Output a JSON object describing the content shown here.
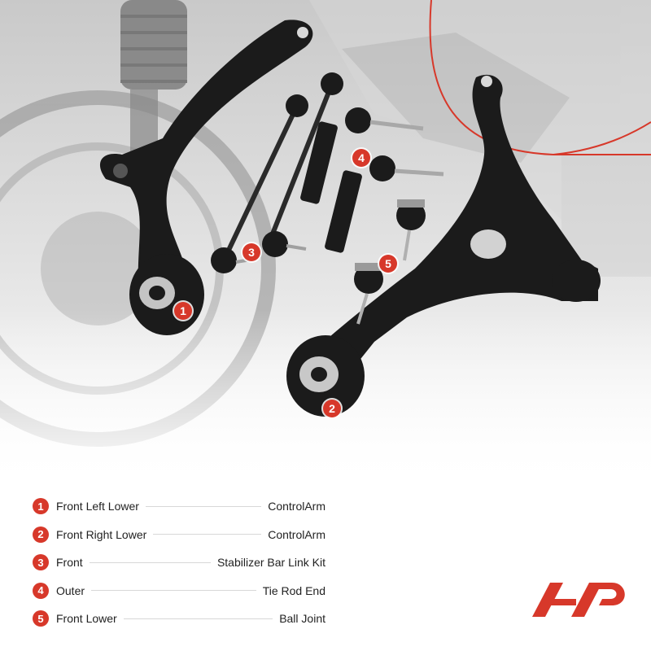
{
  "callouts": [
    "1",
    "2",
    "3",
    "4",
    "5"
  ],
  "legend": [
    {
      "number": "1",
      "left": "Front Left Lower",
      "right": "ControlArm"
    },
    {
      "number": "2",
      "left": "Front Right Lower",
      "right": "ControlArm"
    },
    {
      "number": "3",
      "left": "Front",
      "right": "Stabilizer Bar Link Kit"
    },
    {
      "number": "4",
      "left": "Outer",
      "right": "Tie Rod End"
    },
    {
      "number": "5",
      "left": "Front Lower",
      "right": "Ball Joint"
    }
  ],
  "colors": {
    "accent": "#d7382a",
    "part": "#1b1b1b",
    "background": "#ffffff",
    "text": "#222222"
  },
  "logo": {
    "icon": "brand-logo-icon"
  }
}
